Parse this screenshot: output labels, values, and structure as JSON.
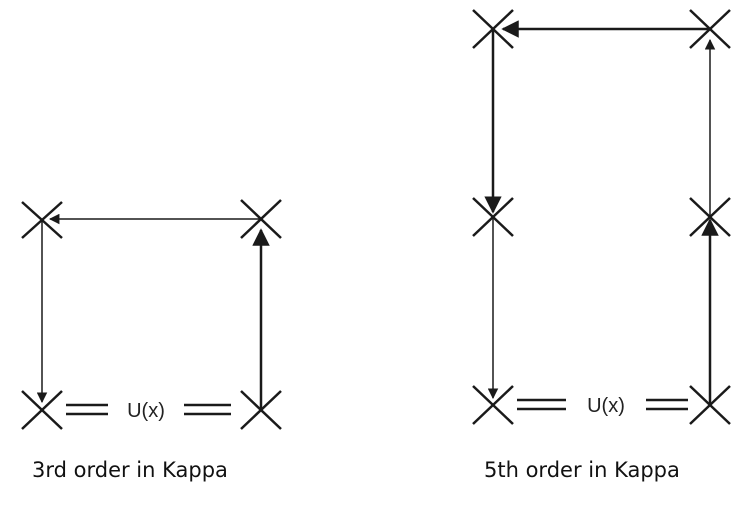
{
  "diagrams": [
    {
      "caption": "3rd order in Kappa",
      "link_label": "U(x)"
    },
    {
      "caption": "5th order in Kappa",
      "link_label": "U(x)"
    }
  ],
  "colors": {
    "line": "#1a1a1a",
    "background": "#ffffff"
  }
}
